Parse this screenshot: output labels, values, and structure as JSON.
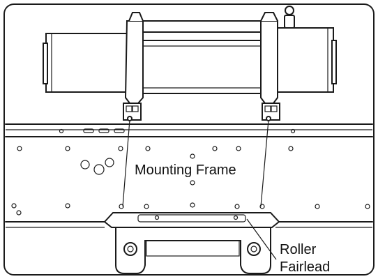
{
  "diagram": {
    "labels": {
      "mounting_frame": "Mounting Frame",
      "roller_line1": "Roller",
      "roller_line2": "Fairlead"
    }
  }
}
